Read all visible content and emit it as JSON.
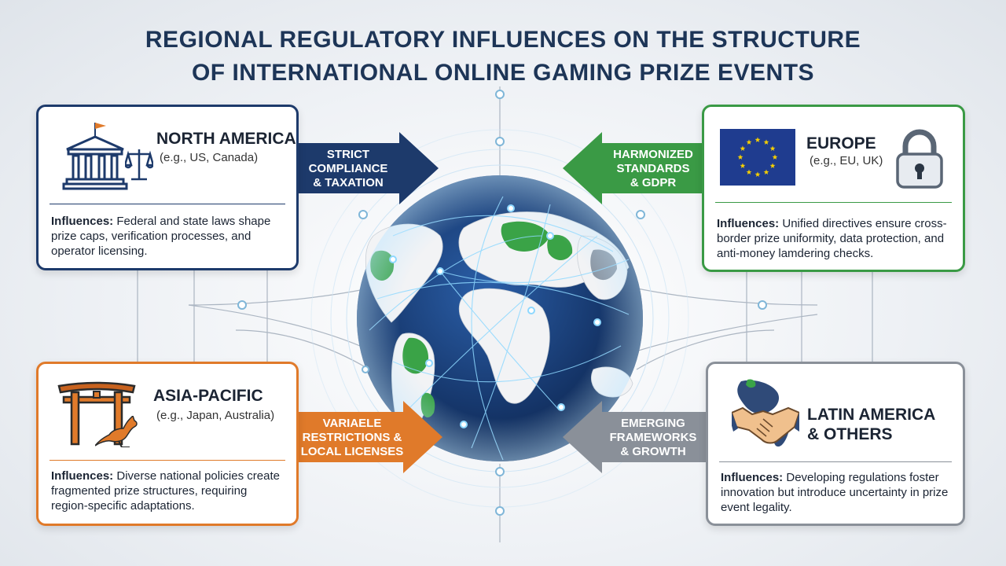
{
  "title_line1": "REGIONAL REGULATORY INFLUENCES ON THE STRUCTURE",
  "title_line2": "OF INTERNATIONAL ONLINE GAMING PRIZE EVENTS",
  "influences_label": "Influences:",
  "colors": {
    "navy": "#1d3a6b",
    "green": "#3a9a45",
    "orange": "#e07a2a",
    "gray": "#8a9099"
  },
  "regions": {
    "north_america": {
      "name": "NORTH AMERICA",
      "examples": "(e.g., US, Canada)",
      "influence": "Federal and state laws shape prize caps, verification processes, and operator licensing.",
      "icons": [
        "government-building-icon",
        "scales-of-justice-icon"
      ]
    },
    "europe": {
      "name": "EUROPE",
      "examples": "(e.g., EU, UK)",
      "influence": "Unified directives ensure cross-border prize uniformity, data protection, and anti-money lamdering checks.",
      "icons": [
        "eu-flag-icon",
        "padlock-icon"
      ]
    },
    "asia_pacific": {
      "name": "ASIA-PACIFIC",
      "examples": "(e.g., Japan, Australia)",
      "influence": "Diverse national policies create fragmented prize structures, requiring region-specific adaptations.",
      "icons": [
        "torii-gate-icon",
        "kangaroo-icon"
      ]
    },
    "latin_america": {
      "name_line1": "LATIN AMERICA",
      "name_line2": "& OTHERS",
      "influence": "Developing regulations foster innovation but introduce uncertainty in prize event legality.",
      "icons": [
        "handshake-icon",
        "map-icon"
      ]
    }
  },
  "arrows": {
    "na": {
      "line1": "STRICT",
      "line2": "COMPLIANCE",
      "line3": "& TAXATION"
    },
    "eu": {
      "line1": "HARMONIZED",
      "line2": "STANDARDS",
      "line3": "& GDPR"
    },
    "ap": {
      "line1": "VARIAELE",
      "line2": "RESTRICTIONS &",
      "line3": "LOCAL LICENSES"
    },
    "la": {
      "line1": "EMERGING",
      "line2": "FRAMEWORKS",
      "line3": "& GROWTH"
    }
  },
  "center_icon": "globe-icon"
}
